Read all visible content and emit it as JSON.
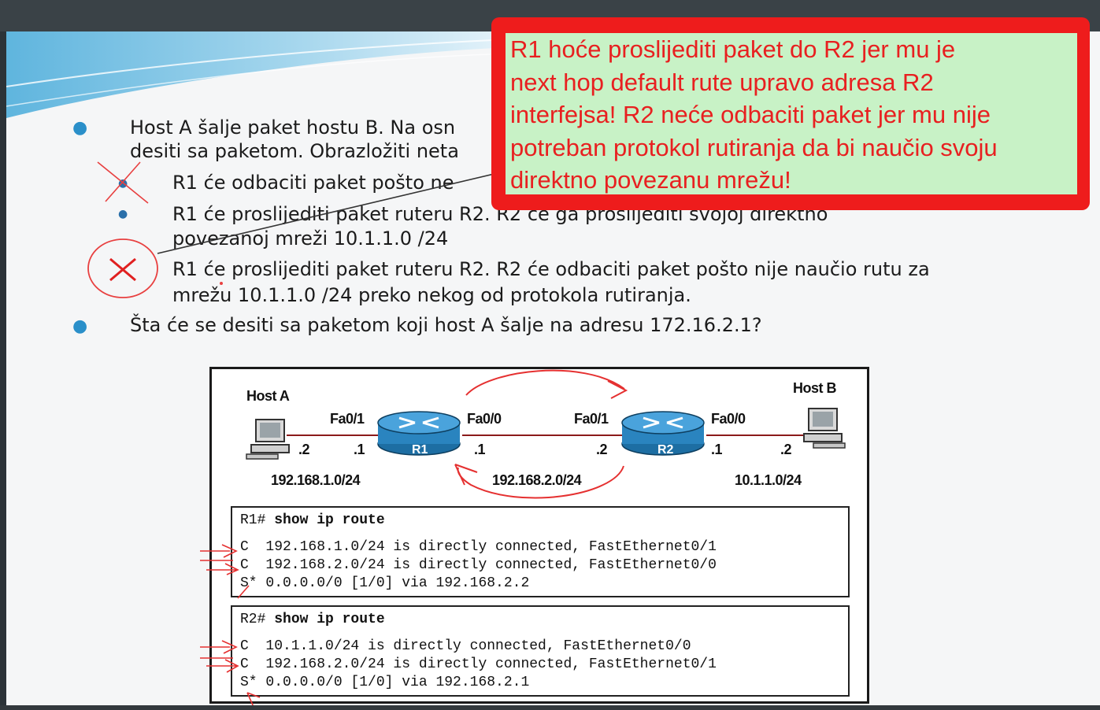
{
  "slide": {
    "bullets": [
      {
        "line1": "Host A šalje paket hostu B. Na osn",
        "line2": "desiti sa paketom. Obrazložiti neta"
      },
      {
        "text": "Šta će se desiti sa paketom koji host A šalje na adresu 172.16.2.1?"
      }
    ],
    "options": [
      {
        "line1": "R1 će odbaciti paket pošto ne"
      },
      {
        "line1": "R1 će proslijediti paket ruteru R2. R2 će ga proslijediti svojoj direktno",
        "line2": "povezanoj mreži 10.1.1.0 /24"
      },
      {
        "line1": "R1 će proslijediti paket ruteru R2. R2 će odbaciti paket pošto nije naučio rutu za",
        "line2": "mrežu 10.1.1.0 /24 preko nekog od protokola rutiranja."
      }
    ]
  },
  "callout": {
    "lines": [
      "R1 hoće proslijediti paket do R2 jer mu je",
      "next hop default rute upravo adresa R2",
      "interfejsa! R2 neće odbaciti paket jer mu nije",
      "potreban protokol rutiranja da bi naučio svoju",
      "direktno povezanu mrežu!"
    ],
    "border_color": "#ee1c1c",
    "fill_color": "#c8f2c6",
    "text_color": "#e82020"
  },
  "diagram": {
    "host_a": "Host A",
    "host_b": "Host B",
    "r1": "R1",
    "r2": "R2",
    "if_r1_left": "Fa0/1",
    "if_r1_right": "Fa0/0",
    "if_r2_left": "Fa0/1",
    "if_r2_right": "Fa0/0",
    "addr_ha": ".2",
    "addr_r1_left": ".1",
    "addr_r1_right": ".1",
    "addr_r2_left": ".2",
    "addr_r2_right": ".1",
    "addr_hb": ".2",
    "net_left": "192.168.1.0/24",
    "net_mid": "192.168.2.0/24",
    "net_right": "10.1.1.0/24",
    "r1_table": {
      "prompt": "R1#",
      "cmd": "show ip route",
      "rows": [
        "C  192.168.1.0/24 is directly connected, FastEthernet0/1",
        "C  192.168.2.0/24 is directly connected, FastEthernet0/0",
        "S* 0.0.0.0/0 [1/0] via 192.168.2.2"
      ]
    },
    "r2_table": {
      "prompt": "R2#",
      "cmd": "show ip route",
      "rows": [
        "C  10.1.1.0/24 is directly connected, FastEthernet0/0",
        "C  192.168.2.0/24 is directly connected, FastEthernet0/1",
        "S* 0.0.0.0/0 [1/0] via 192.168.2.1"
      ]
    }
  }
}
